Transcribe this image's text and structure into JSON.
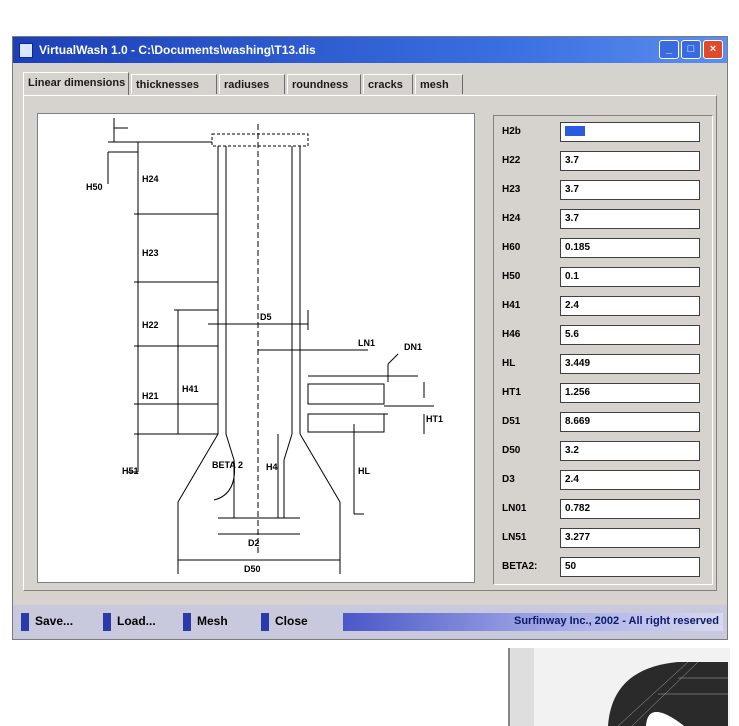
{
  "window": {
    "title": "VirtualWash 1.0 - C:\\Documents\\washing\\T13.dis"
  },
  "tabs": [
    "Linear dimensions",
    "thicknesses",
    "radiuses",
    "roundness",
    "cracks",
    "mesh"
  ],
  "params": [
    {
      "label": "H2b",
      "value": ""
    },
    {
      "label": "H22",
      "value": "3.7"
    },
    {
      "label": "H23",
      "value": "3.7"
    },
    {
      "label": "H24",
      "value": "3.7"
    },
    {
      "label": "H60",
      "value": "0.185"
    },
    {
      "label": "H50",
      "value": "0.1"
    },
    {
      "label": "H41",
      "value": "2.4"
    },
    {
      "label": "H46",
      "value": "5.6"
    },
    {
      "label": "HL",
      "value": "3.449"
    },
    {
      "label": "HT1",
      "value": "1.256"
    },
    {
      "label": "D51",
      "value": "8.669"
    },
    {
      "label": "D50",
      "value": "3.2"
    },
    {
      "label": "D3",
      "value": "2.4"
    },
    {
      "label": "LN01",
      "value": "0.782"
    },
    {
      "label": "LN51",
      "value": "3.277"
    },
    {
      "label": "BETA2:",
      "value": "50"
    }
  ],
  "drawing_labels": {
    "h50": "H50",
    "h24": "H24",
    "h23": "H23",
    "h22": "H22",
    "h21": "H21",
    "h51": "H51",
    "h41": "H41",
    "d5": "D5",
    "ln1": "LN1",
    "dn1": "DN1",
    "ht1": "HT1",
    "beta": "BETA 2",
    "h4": "H4",
    "hl": "HL",
    "d2": "D2",
    "d50": "D50"
  },
  "bottom": {
    "save": "Save...",
    "load": "Load...",
    "mesh": "Mesh",
    "close": "Close",
    "copyright": "Surfinway Inc., 2002 - All right reserved"
  },
  "colors": {
    "titlebar": "#2a56d0",
    "bottom_accent": "#2a3aa8"
  }
}
